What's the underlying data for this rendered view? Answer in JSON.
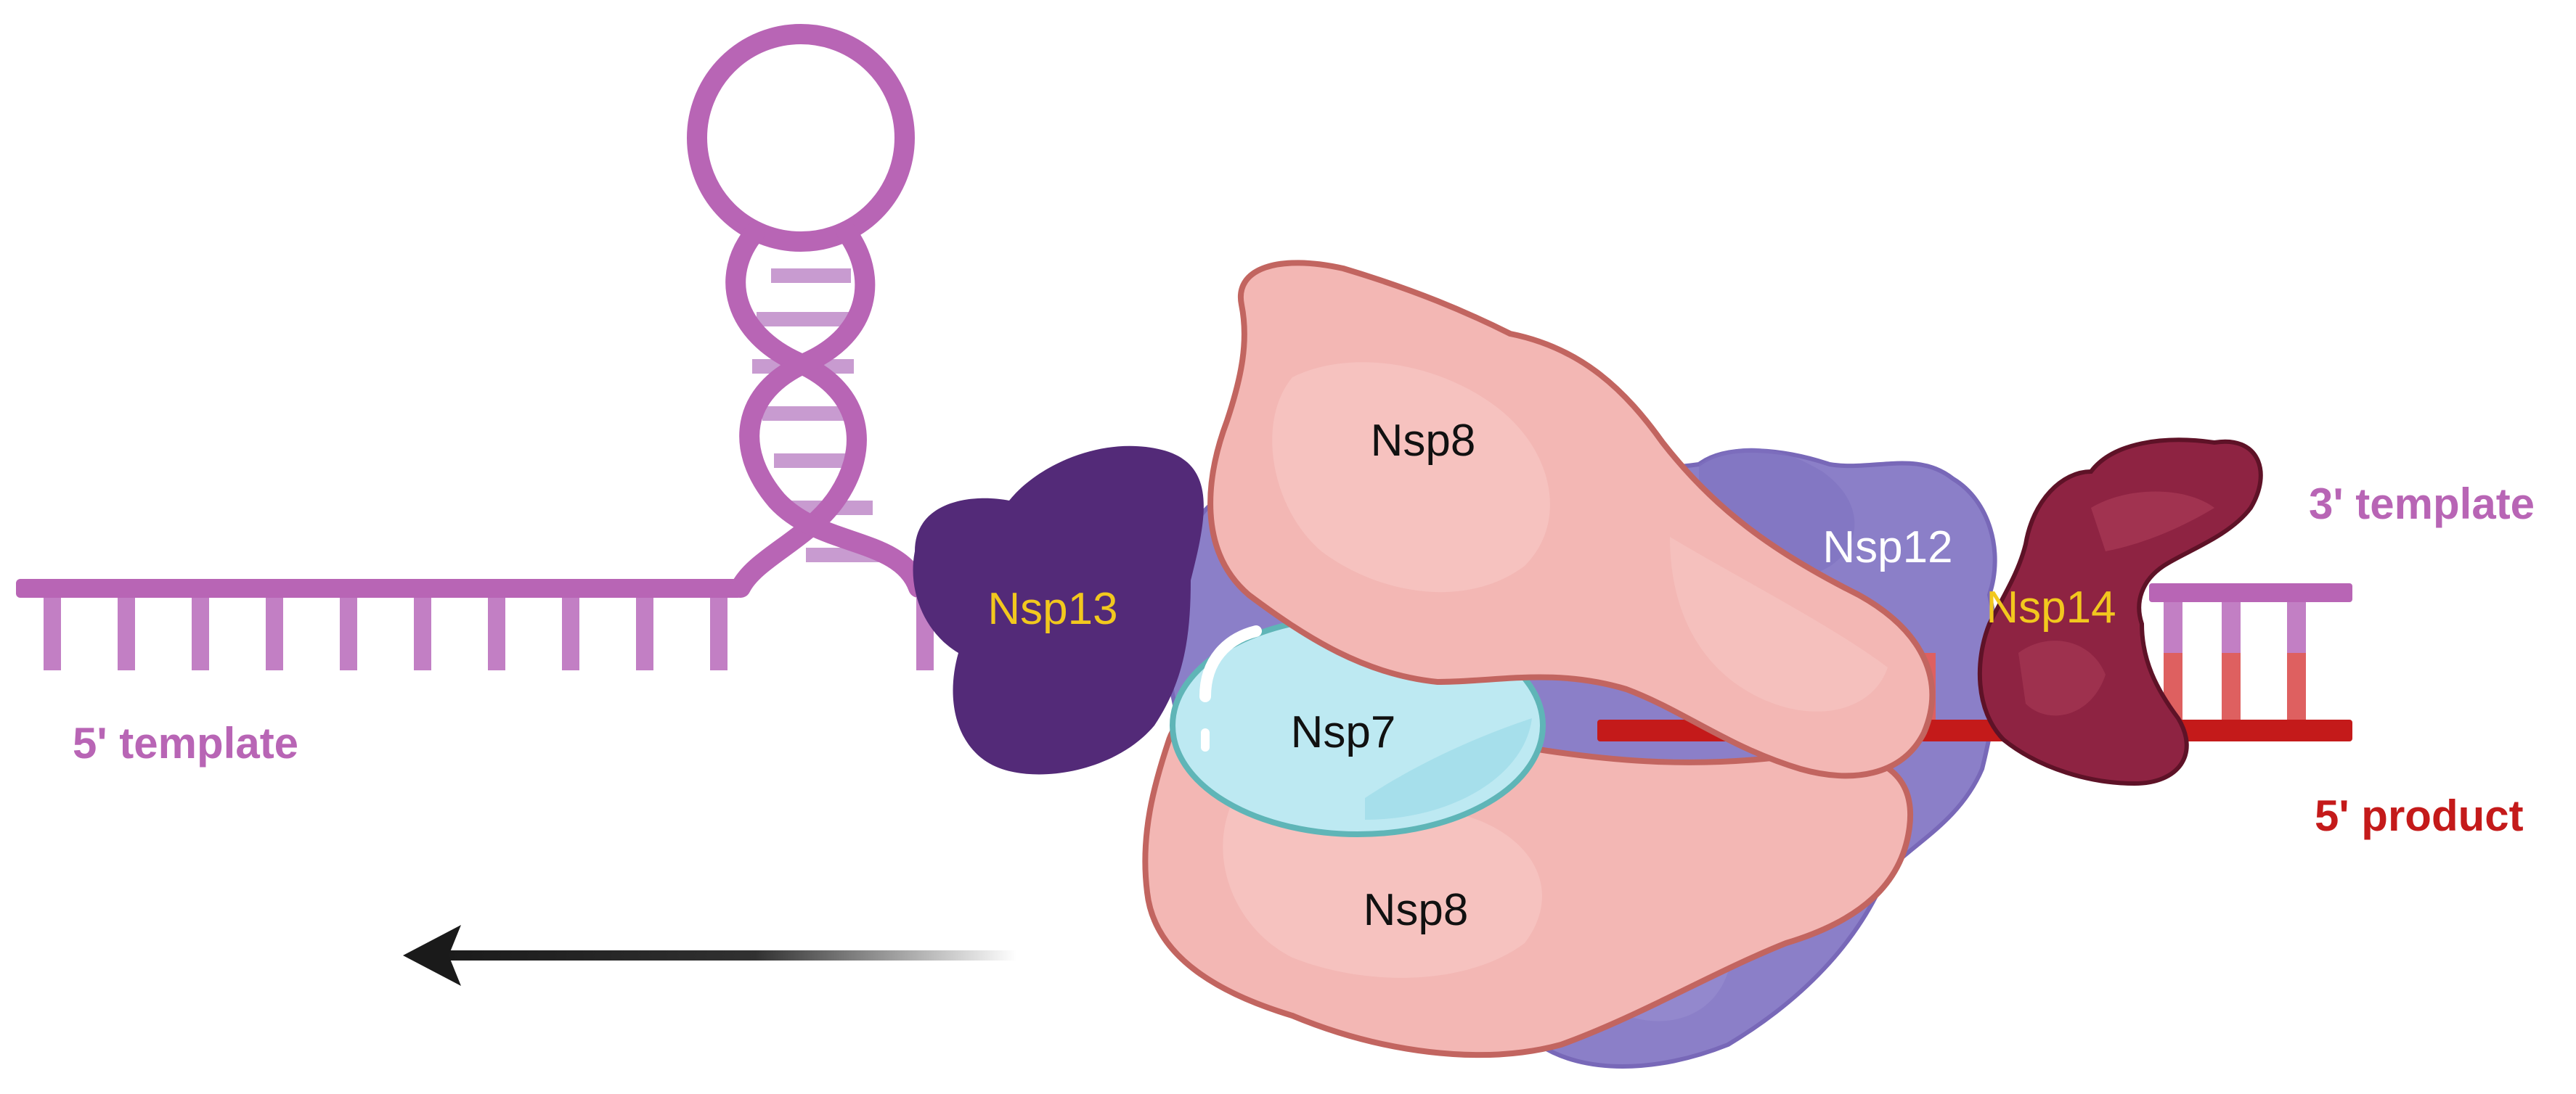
{
  "labels": {
    "nsp13": "Nsp13",
    "nsp8_top": "Nsp8",
    "nsp8_bottom": "Nsp8",
    "nsp7": "Nsp7",
    "nsp12": "Nsp12",
    "nsp14": "Nsp14",
    "template_5": "5' template",
    "template_3": "3' template",
    "product_5": "5' product"
  },
  "colors": {
    "template_strand": "#b865b5",
    "template_rungs": "#c27fc4",
    "product_strand": "#c41a1a",
    "product_rungs": "#de6060",
    "nsp13": "#532a78",
    "nsp12": "#8b7fc8",
    "nsp7": "#bde9f2",
    "nsp8": "#f3b7b4",
    "nsp14": "#8e2342",
    "label_yellow": "#f2c81e",
    "label_white": "#ffffff",
    "label_black": "#111111",
    "arrow": "#1a1a1a"
  },
  "direction_arrow": "left"
}
